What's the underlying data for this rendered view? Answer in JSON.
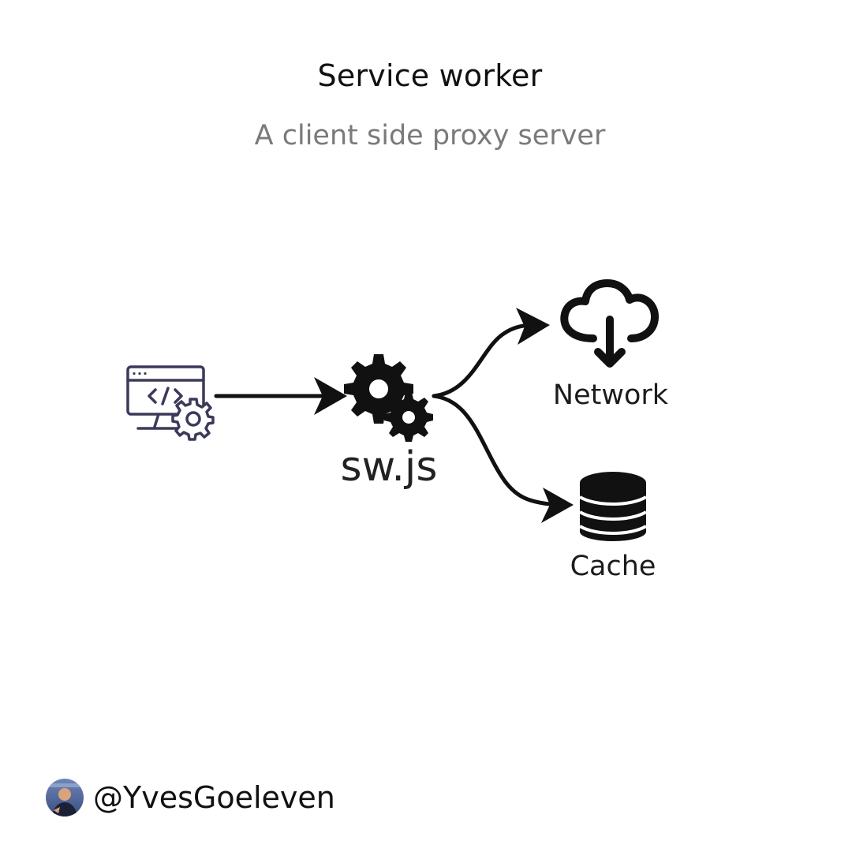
{
  "header": {
    "title": "Service worker",
    "subtitle": "A client side proxy server"
  },
  "nodes": {
    "browser": {
      "icon": "browser-code-settings-icon"
    },
    "service_worker": {
      "icon": "gears-icon",
      "label": "sw.js"
    },
    "network": {
      "icon": "cloud-download-icon",
      "label": "Network"
    },
    "cache": {
      "icon": "database-icon",
      "label": "Cache"
    }
  },
  "footer": {
    "avatar_icon": "profile-avatar",
    "handle": "@YvesGoeleven"
  },
  "colors": {
    "browser_icon": "#3b3a5a",
    "ink": "#111111",
    "subtitle": "#7a7a7a"
  }
}
